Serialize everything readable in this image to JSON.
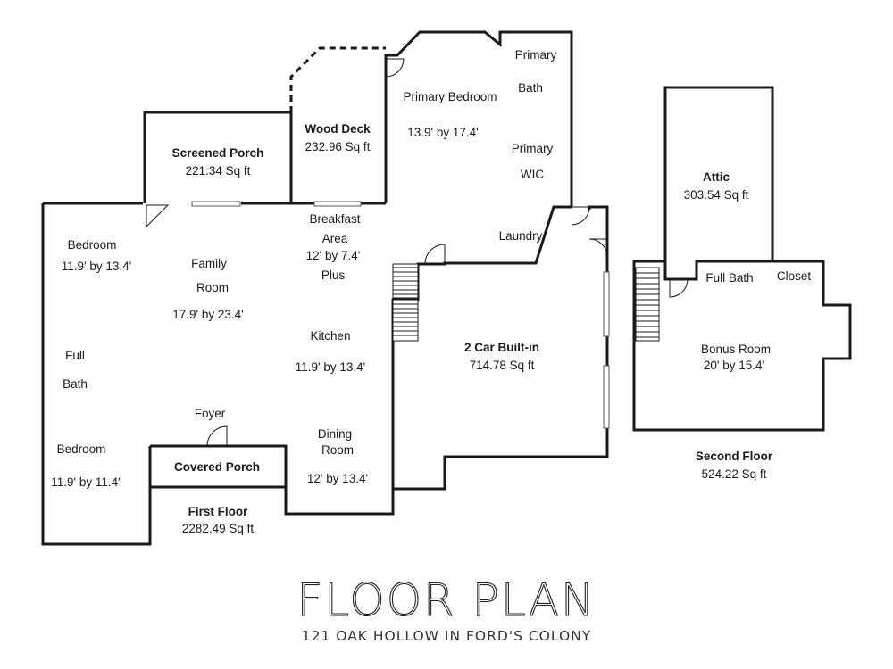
{
  "first_floor": {
    "name": "First Floor",
    "area": "2282.49 Sq ft",
    "rooms": {
      "screened_porch": {
        "name": "Screened Porch",
        "area": "221.34 Sq ft"
      },
      "wood_deck": {
        "name": "Wood Deck",
        "area": "232.96 Sq ft"
      },
      "primary_bedroom": {
        "name": "Primary Bedroom",
        "dims": "13.9' by 17.4'"
      },
      "primary_bath": {
        "line1": "Primary",
        "line2": "Bath"
      },
      "primary_wic": {
        "line1": "Primary",
        "line2": "WIC"
      },
      "laundry": {
        "name": "Laundry"
      },
      "breakfast_area": {
        "line1": "Breakfast",
        "line2": "Area",
        "dims": "12' by 7.4'",
        "line4": "Plus"
      },
      "bedroom_1": {
        "name": "Bedroom",
        "dims": "11.9' by 13.4'"
      },
      "family_room": {
        "line1": "Family",
        "line2": "Room",
        "dims": "17.9' by 23.4'"
      },
      "kitchen": {
        "name": "Kitchen",
        "dims": "11.9' by 13.4'"
      },
      "full_bath": {
        "line1": "Full",
        "line2": "Bath"
      },
      "foyer": {
        "name": "Foyer"
      },
      "bedroom_2": {
        "name": "Bedroom",
        "dims": "11.9' by 11.4'"
      },
      "covered_porch": {
        "name": "Covered Porch"
      },
      "dining_room": {
        "line1": "Dining",
        "line2": "Room",
        "dims": "12' by 13.4'"
      },
      "garage": {
        "name": "2 Car Built-in",
        "area": "714.78 Sq ft"
      }
    }
  },
  "second_floor": {
    "name": "Second Floor",
    "area": "524.22 Sq ft",
    "rooms": {
      "attic": {
        "name": "Attic",
        "area": "303.54 Sq ft"
      },
      "full_bath": {
        "name": "Full Bath"
      },
      "closet": {
        "name": "Closet"
      },
      "bonus_room": {
        "name": "Bonus Room",
        "dims": "20' by 15.4'"
      }
    }
  },
  "footer": {
    "title": "FLOOR PLAN",
    "subtitle": "121 OAK HOLLOW IN FORD'S COLONY"
  }
}
